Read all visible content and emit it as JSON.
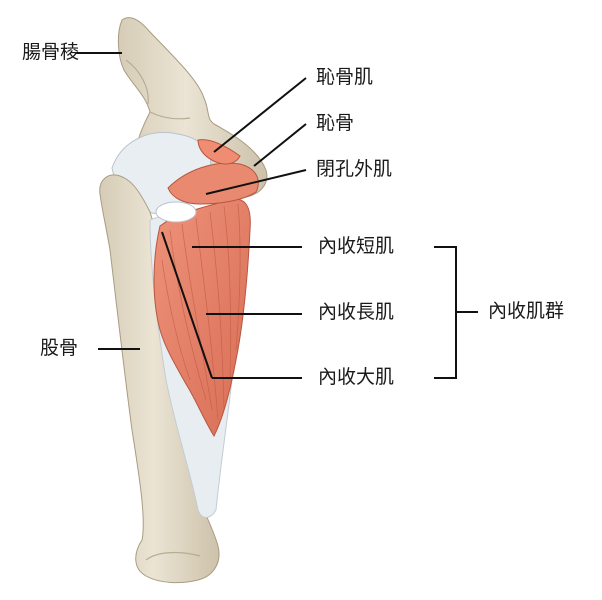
{
  "labels": {
    "iliac_crest": "腸骨稜",
    "pectineus": "恥骨肌",
    "pubis": "恥骨",
    "obturator_externus": "閉孔外肌",
    "adductor_brevis": "內收短肌",
    "adductor_longus": "內收長肌",
    "adductor_magnus": "內收大肌",
    "adductor_group": "內收肌群",
    "femur": "股骨"
  },
  "colors": {
    "bone": "#e5ddcc",
    "bone_shadow": "#cfc4ad",
    "muscle": "#e8826a",
    "muscle_dark": "#c9604a",
    "ligament": "#e8eef3",
    "line": "#111111"
  }
}
